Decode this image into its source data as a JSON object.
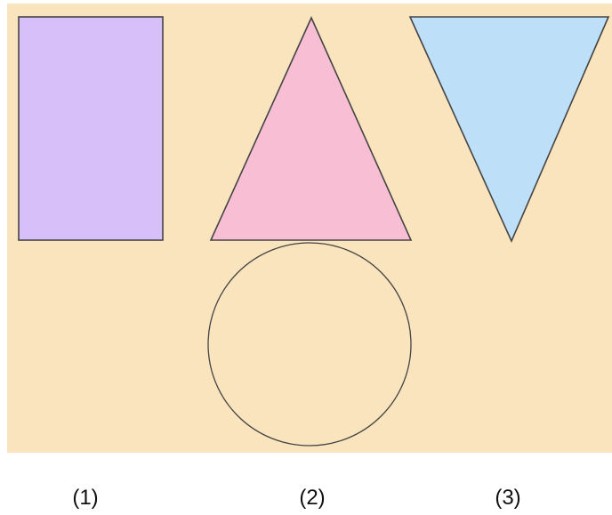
{
  "colors": {
    "background": "#fae4bd",
    "rectangle_fill": "#d7bffa",
    "triangle_up_fill": "#f8bfd4",
    "triangle_down_fill": "#bde0f8",
    "circle_fill": "none",
    "outline": "#444444"
  },
  "labels": [
    {
      "text": "(1)"
    },
    {
      "text": "(2)"
    },
    {
      "text": "(3)"
    }
  ]
}
